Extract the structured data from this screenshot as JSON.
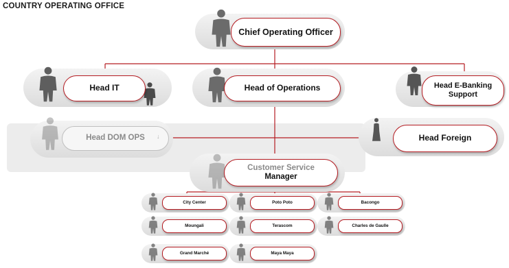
{
  "title": "COUNTRY OPERATING OFFICE",
  "nodes": {
    "coo": "Chief Operating Officer",
    "head_it": "Head IT",
    "head_operations": "Head of Operations",
    "head_ebanking_line1": "Head E-Banking",
    "head_ebanking_line2": "Support",
    "head_dom_ops": "Head DOM OPS",
    "head_foreign": "Head Foreign",
    "csm_line1": "Customer Service",
    "csm_line2": "Manager"
  },
  "branches": [
    "City Center",
    "Poto Poto",
    "Bacongo",
    "Moungali",
    "Terascom",
    "Charles de Gaulle",
    "Grand Marché",
    "Maya Maya"
  ],
  "colors": {
    "accent": "#b51c22",
    "band": "#ececec",
    "muted": "#8a8a8a"
  },
  "icons": {
    "person": "person-silhouette-icon"
  }
}
